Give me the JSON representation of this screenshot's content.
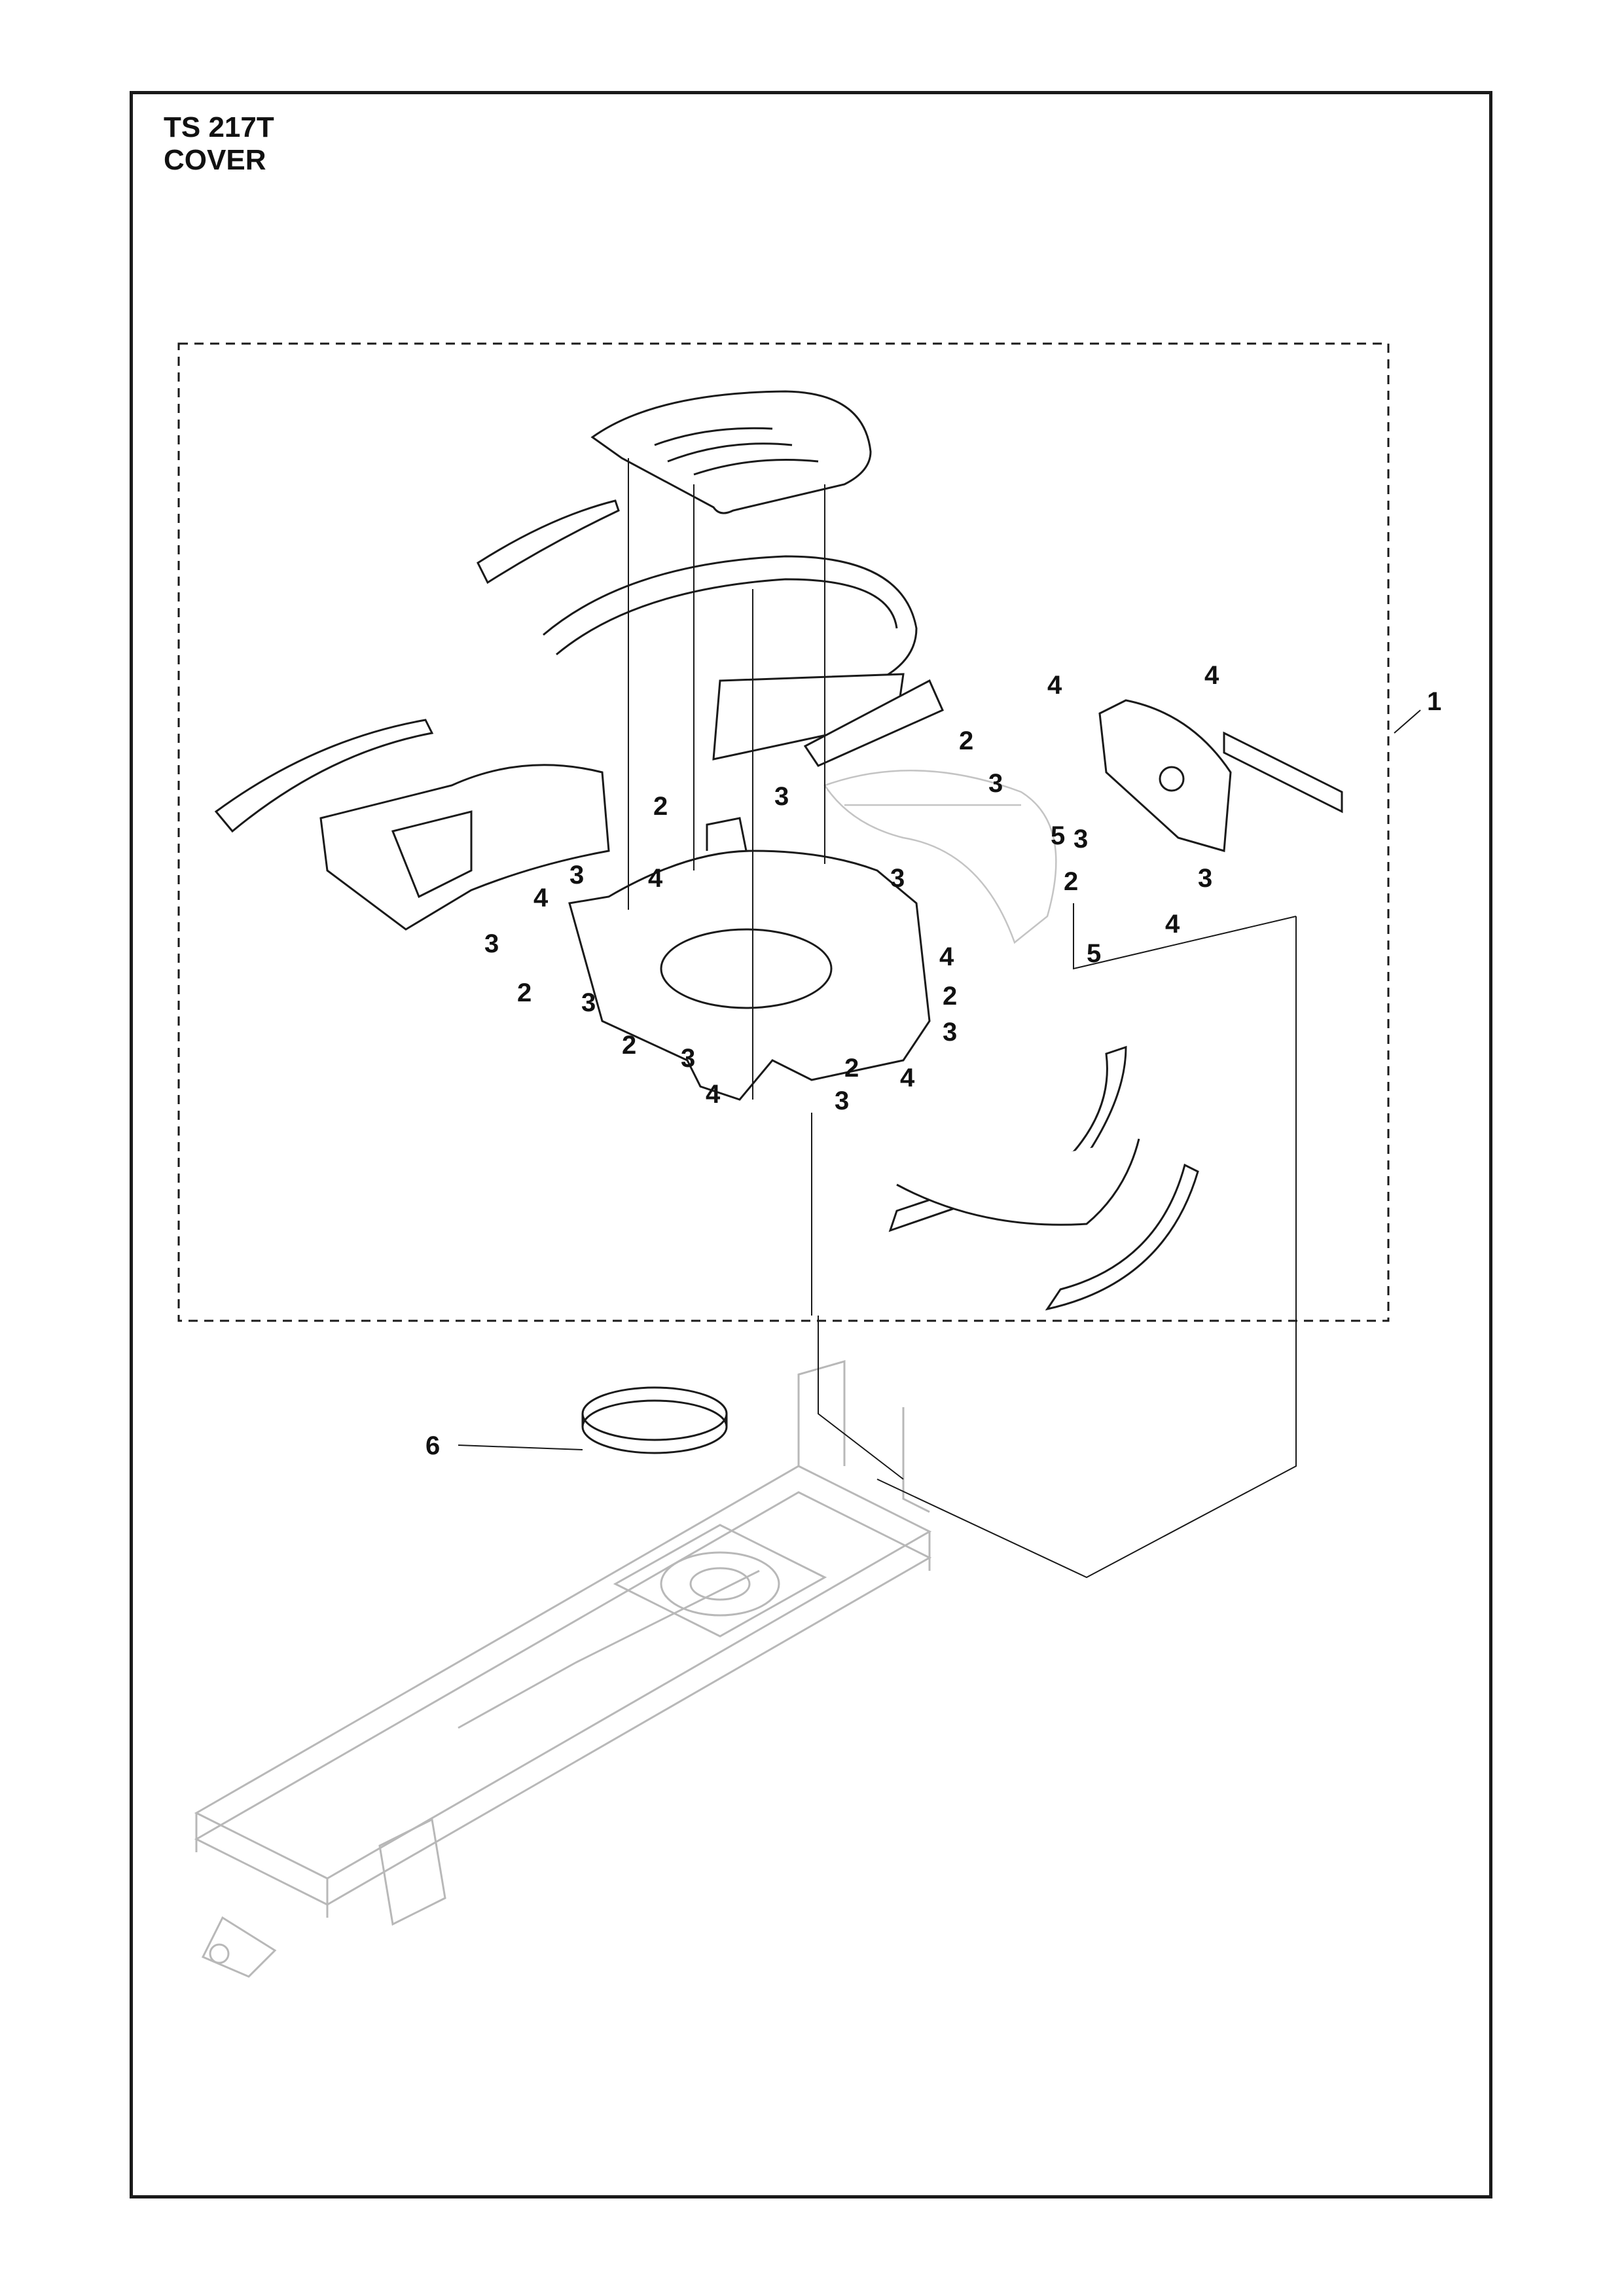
{
  "title": {
    "model": "TS 217T",
    "section": "COVER"
  },
  "callouts": [
    "1",
    "2",
    "3",
    "4",
    "5",
    "6"
  ],
  "colors": {
    "line": "#1a1a1a",
    "ghost": "#b8b8b8"
  }
}
